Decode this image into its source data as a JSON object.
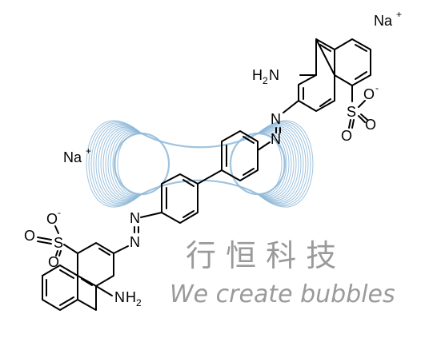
{
  "counter_ions": {
    "top": "Na",
    "left": "Na",
    "charge": "+"
  },
  "upper_naphthalene": {
    "amine_label": "H",
    "amine_sub": "2",
    "amine_n": "N",
    "sulfonate_s": "S",
    "sulfonate_o1": "O",
    "sulfonate_o1_charge": "-",
    "sulfonate_o2": "O",
    "sulfonate_o3": "O",
    "azo_n1": "N",
    "azo_n2": "N"
  },
  "lower_naphthalene": {
    "amine_n": "N",
    "amine_h": "H",
    "amine_sub": "2",
    "sulfonate_s": "S",
    "sulfonate_o1": "O",
    "sulfonate_o1_charge": "-",
    "sulfonate_o2": "O",
    "sulfonate_o3": "O",
    "azo_n1": "N",
    "azo_n2": "N"
  },
  "watermark": {
    "chinese": "行 恒 科 技",
    "english": "We create bubbles",
    "color": "#8fb8d8"
  }
}
